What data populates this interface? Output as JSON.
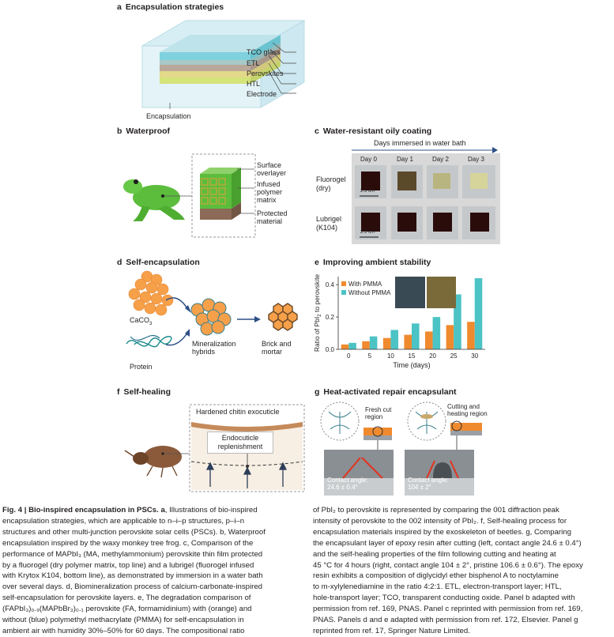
{
  "panel_a": {
    "label": "a",
    "title": "Encapsulation strategies",
    "layers": [
      "TCO glass",
      "ETL",
      "Perovskites",
      "HTL",
      "Electrode"
    ],
    "encapsulation": "Encapsulation"
  },
  "panel_b": {
    "label": "b",
    "title": "Waterproof",
    "labels": [
      "Surface overlayer",
      "Infused polymer matrix",
      "Protected material"
    ],
    "label_lines": [
      [
        "Surface",
        "overlayer"
      ],
      [
        "Infused",
        "polymer",
        "matrix"
      ],
      [
        "Protected",
        "material"
      ]
    ]
  },
  "panel_c": {
    "label": "c",
    "title": "Water-resistant oily coating",
    "arrow_text": "Days immersed in water bath",
    "days": [
      "Day 0",
      "Day 1",
      "Day 2",
      "Day 3"
    ],
    "rows": [
      {
        "name": "Fluorogel",
        "sub": "(dry)"
      },
      {
        "name": "Lubrigel",
        "sub": "(K104)"
      }
    ],
    "scale": "2.5 cm"
  },
  "panel_d": {
    "label": "d",
    "title": "Self-encapsulation",
    "caco3": "CaCO",
    "caco3_sub": "3",
    "protein": "Protein",
    "hybrid": [
      "Mineralization",
      "hybrids"
    ],
    "brick": [
      "Brick and",
      "mortar"
    ]
  },
  "panel_e": {
    "label": "e",
    "title": "Improving ambient stability"
  },
  "chart_data": {
    "type": "bar",
    "xlabel": "Time (days)",
    "ylabel": "Ratio of PbI2 to perovskite",
    "ylabel_main": "Ratio of PbI",
    "ylabel_sub": "2",
    "ylabel_tail": " to perovskite",
    "categories": [
      "0",
      "5",
      "10",
      "15",
      "20",
      "25",
      "30"
    ],
    "ylim": [
      0,
      0.45
    ],
    "yticks": [
      "0.0",
      "0.2",
      "0.4"
    ],
    "series": [
      {
        "name": "With PMMA",
        "color": "#f08a2e",
        "values": [
          0.03,
          0.05,
          0.07,
          0.09,
          0.11,
          0.15,
          0.17
        ]
      },
      {
        "name": "Without PMMA",
        "color": "#4cc3c4",
        "values": [
          0.04,
          0.08,
          0.12,
          0.16,
          0.2,
          0.34,
          0.44
        ]
      }
    ],
    "legend": "top-left"
  },
  "panel_f": {
    "label": "f",
    "title": "Self-healing",
    "chitin": "Hardened chitin exocuticle",
    "endo": [
      "Endocuticle",
      "replenishment"
    ]
  },
  "panel_g": {
    "label": "g",
    "title": "Heat-activated repair encapsulant",
    "left_callout": [
      "Fresh cut",
      "region"
    ],
    "right_callout": [
      "Cutting and",
      "heating region"
    ],
    "left_angle": [
      "Contact angle:",
      "24.6 ± 0.4°"
    ],
    "right_angle": [
      "Contact angle:",
      "104 ± 2°"
    ]
  },
  "caption_left": [
    {
      "t": "Fig. 4 | Bio-inspired encapsulation in PSCs. a",
      "r": ", Illustrations of bio-inspired"
    },
    {
      "t": "",
      "r": "encapsulation strategies, which are applicable to n–i–p structures, p–i–n"
    },
    {
      "t": "",
      "r": "structures and other multi-junction perovskite solar cells (PSCs). b, Waterproof"
    },
    {
      "t": "",
      "r": "encapsulation inspired by the waxy monkey tree frog. c, Comparison of the"
    },
    {
      "t": "",
      "r": "performance of MAPbI₃ (MA, methylammonium) perovskite thin film protected"
    },
    {
      "t": "",
      "r": "by a fluorogel (dry polymer matrix, top line) and a lubrigel (fluorogel infused"
    },
    {
      "t": "",
      "r": "with Krytox K104, bottom line), as demonstrated by immersion in a water bath"
    },
    {
      "t": "",
      "r": "over several days. d, Biomineralization process of calcium-carbonate-inspired"
    },
    {
      "t": "",
      "r": "self-encapsulation for perovskite layers. e, The degradation comparison of"
    },
    {
      "t": "",
      "r": "(FAPbI₃)₀.₉(MAPbBr₃)₀.₁ perovskite (FA, formamidinium) with (orange) and"
    },
    {
      "t": "",
      "r": "without (blue) polymethyl methacrylate (PMMA) for self-encapsulation in"
    },
    {
      "t": "",
      "r": "ambient air with humidity 30%–50% for 60 days. The compositional ratio"
    }
  ],
  "caption_right": [
    "of PbI₂ to perovskite is represented by comparing the 001 diffraction peak",
    "intensity of perovskite to the 002 intensity of PbI₂. f, Self-healing process for",
    "encapsulation materials inspired by the exoskeleton of beetles. g, Comparing",
    "the encapsulant layer of epoxy resin after cutting (left, contact angle 24.6 ± 0.4°)",
    "and the self-healing properties of the film following cutting and heating at",
    "45 °C for 4 hours (right, contact angle 104 ± 2°, pristine 106.6 ± 0.6°). The epoxy",
    "resin exhibits a composition of diglycidyl ether bisphenol A to noctylamine",
    "to m-xylylenediamine in the ratio 4:2:1. ETL, electron-transport layer; HTL,",
    "hole-transport layer; TCO, transparent conducting oxide. Panel b adapted with",
    "permission from ref. 169, PNAS. Panel c reprinted with permission from ref. 169,",
    "PNAS. Panels d and e adapted with permission from ref. 172, Elsevier. Panel g",
    "reprinted from ref. 17, Springer Nature Limited."
  ],
  "colors": {
    "orange": "#f08a2e",
    "teal": "#4cc3c4",
    "frog": "#5cbd3d",
    "beetle": "#8a5a3a"
  }
}
